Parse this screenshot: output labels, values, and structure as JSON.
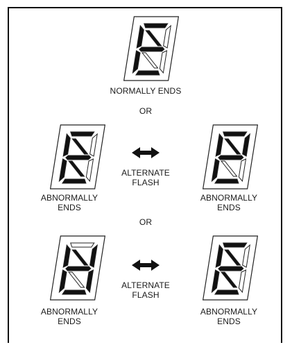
{
  "labels": {
    "normally_ends": "NORMALLY ENDS",
    "or_1": "OR",
    "or_2": "OR",
    "alternate_1_line1": "ALTERNATE",
    "alternate_1_line2": "FLASH",
    "alternate_2_line1": "ALTERNATE",
    "alternate_2_line2": "FLASH",
    "abnormal_a_line1": "ABNORMALLY",
    "abnormal_a_line2": "ENDS",
    "abnormal_b_line1": "ABNORMALLY",
    "abnormal_b_line2": "ENDS",
    "abnormal_c_line1": "ABNORMALLY",
    "abnormal_c_line2": "ENDS",
    "abnormal_d_line1": "ABNORMALLY",
    "abnormal_d_line2": "ENDS"
  },
  "displays": {
    "normal": [
      "top",
      "upper_left",
      "middle",
      "lower_left",
      "bottom",
      "diag_upper"
    ],
    "row1_left": [
      "top",
      "upper_left",
      "lower_left",
      "bottom",
      "middle",
      "diag_upper",
      "diag_lower"
    ],
    "row1_right": [
      "top",
      "upper_left",
      "middle",
      "lower_left",
      "bottom",
      "upper_right",
      "diag_upper"
    ],
    "row2_left": [
      "upper_left",
      "lower_left",
      "bottom",
      "middle",
      "diag_upper",
      "upper_right",
      "lower_right"
    ],
    "row2_right": [
      "top",
      "upper_left",
      "middle",
      "lower_left",
      "bottom",
      "diag_upper",
      "diag_lower"
    ]
  },
  "colors": {
    "segment_on": "#111111",
    "segment_off": "#ffffff",
    "outline": "#222222"
  }
}
